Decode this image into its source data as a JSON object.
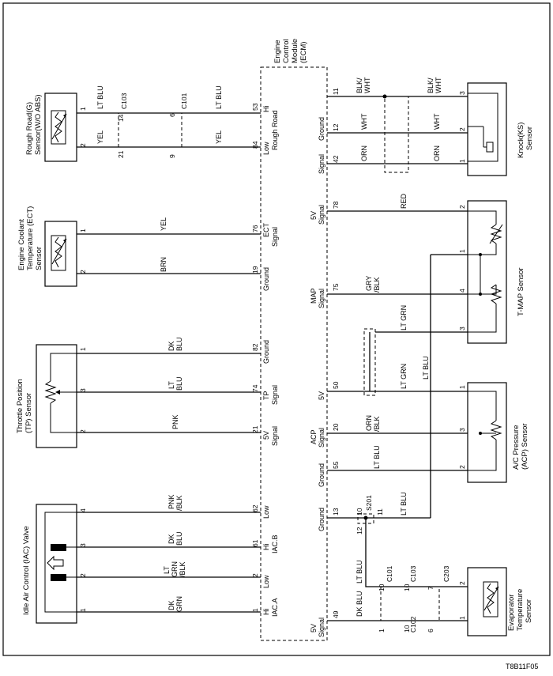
{
  "figure_id": "T8B11F05",
  "ecm": {
    "line1": "Engine",
    "line2": "Control",
    "line3": "Module",
    "line4": "(ECM)"
  },
  "components": {
    "rough_road": {
      "line1": "Rough Road(G)",
      "line2": "Sensor(W/O ABS)"
    },
    "ect": {
      "line1": "Engine Coolant",
      "line2": "Temperature (ECT)",
      "line3": "Sensor"
    },
    "tp": {
      "line1": "Throttle Position",
      "line2": "(TP) Sensor"
    },
    "iac": {
      "line1": "Idle Air Control (IAC) Valve"
    },
    "knock": {
      "line1": "Knock(KS)",
      "line2": "Sensor"
    },
    "tmap": {
      "line1": "T-MAP Sensor"
    },
    "acp": {
      "line1": "A/C Pressure",
      "line2": "(ACP) Sensor"
    },
    "evap": {
      "line1": "Evaporator",
      "line2": "Temperature",
      "line3": "Sensor"
    }
  },
  "wires": {
    "lt_blu": "LT BLU",
    "yel": "YEL",
    "brn": "BRN",
    "dk": "DK",
    "blu": "BLU",
    "lt": "LT",
    "pnk": "PNK",
    "pnk_a": "PNK",
    "blk_slash": "/BLK",
    "grn": "GRN",
    "grn_blk": "GRN",
    "blk_wht": "BLK/",
    "wht_part": "WHT",
    "wht": "WHT",
    "orn": "ORN",
    "red": "RED",
    "gry": "GRY",
    "lt_grn": "LT GRN",
    "dk_blu": "DK BLU"
  },
  "connectors": {
    "c101": "C101",
    "c102": "C102",
    "c103": "C103",
    "c203": "C203",
    "s201": "S201"
  },
  "ecm_labels": {
    "hi": "Hi",
    "low": "Low",
    "rough_road": "Rough Road",
    "ect": "ECT",
    "signal": "Signal",
    "ground": "Ground",
    "tp": "TP",
    "five_v": "5V",
    "iac_b": "IAC.B",
    "iac_a": "IAC.A",
    "map": "MAP",
    "acp": "ACP"
  },
  "pins": {
    "p1": "1",
    "p2": "2",
    "p3": "3",
    "p4": "4",
    "p6": "6",
    "p9": "9",
    "p10": "10",
    "p11": "11",
    "p12": "12",
    "p13": "13",
    "p14": "14",
    "p19": "19",
    "p20": "20",
    "p21": "21",
    "p42": "42",
    "p49": "49",
    "p50": "50",
    "p53": "53",
    "p55": "55",
    "p61": "61",
    "p62": "62",
    "p74": "74",
    "p75": "75",
    "p76": "76",
    "p78": "78",
    "p82": "82",
    "p84": "84",
    "p7": "7"
  }
}
